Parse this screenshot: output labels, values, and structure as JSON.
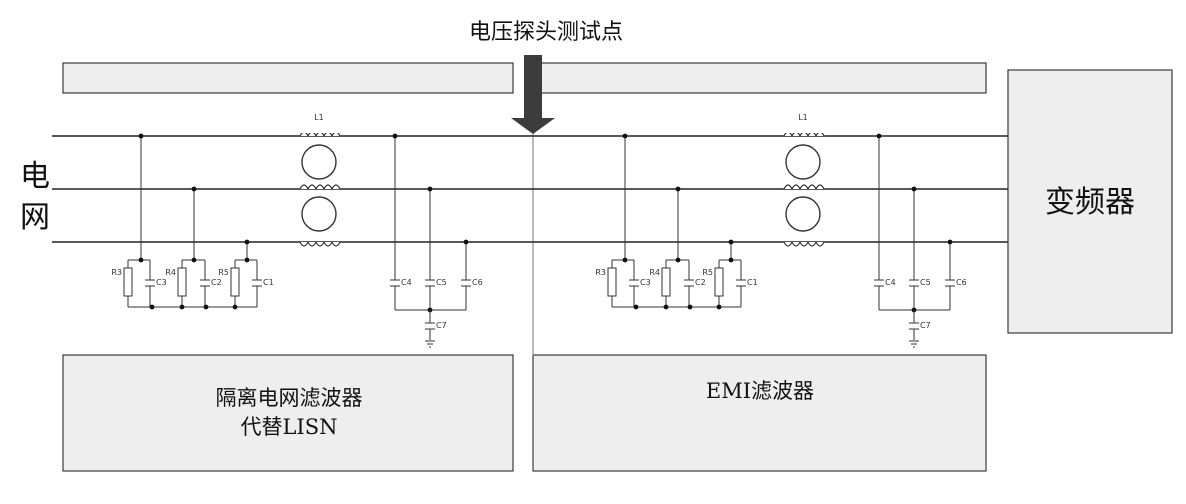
{
  "title": "电压探头测试点",
  "grid_label": [
    "电",
    "网"
  ],
  "vfd_label": "变频器",
  "left_box": {
    "line1": "隔离电网滤波器",
    "line2": "代替LISN"
  },
  "right_box": {
    "line1": "EMI滤波器"
  },
  "components": {
    "inductor": "L1",
    "r3": "R3",
    "r4": "R4",
    "r5": "R5",
    "c1": "C1",
    "c2": "C2",
    "c3": "C3",
    "c4": "C4",
    "c5": "C5",
    "c6": "C6",
    "c7": "C7"
  }
}
